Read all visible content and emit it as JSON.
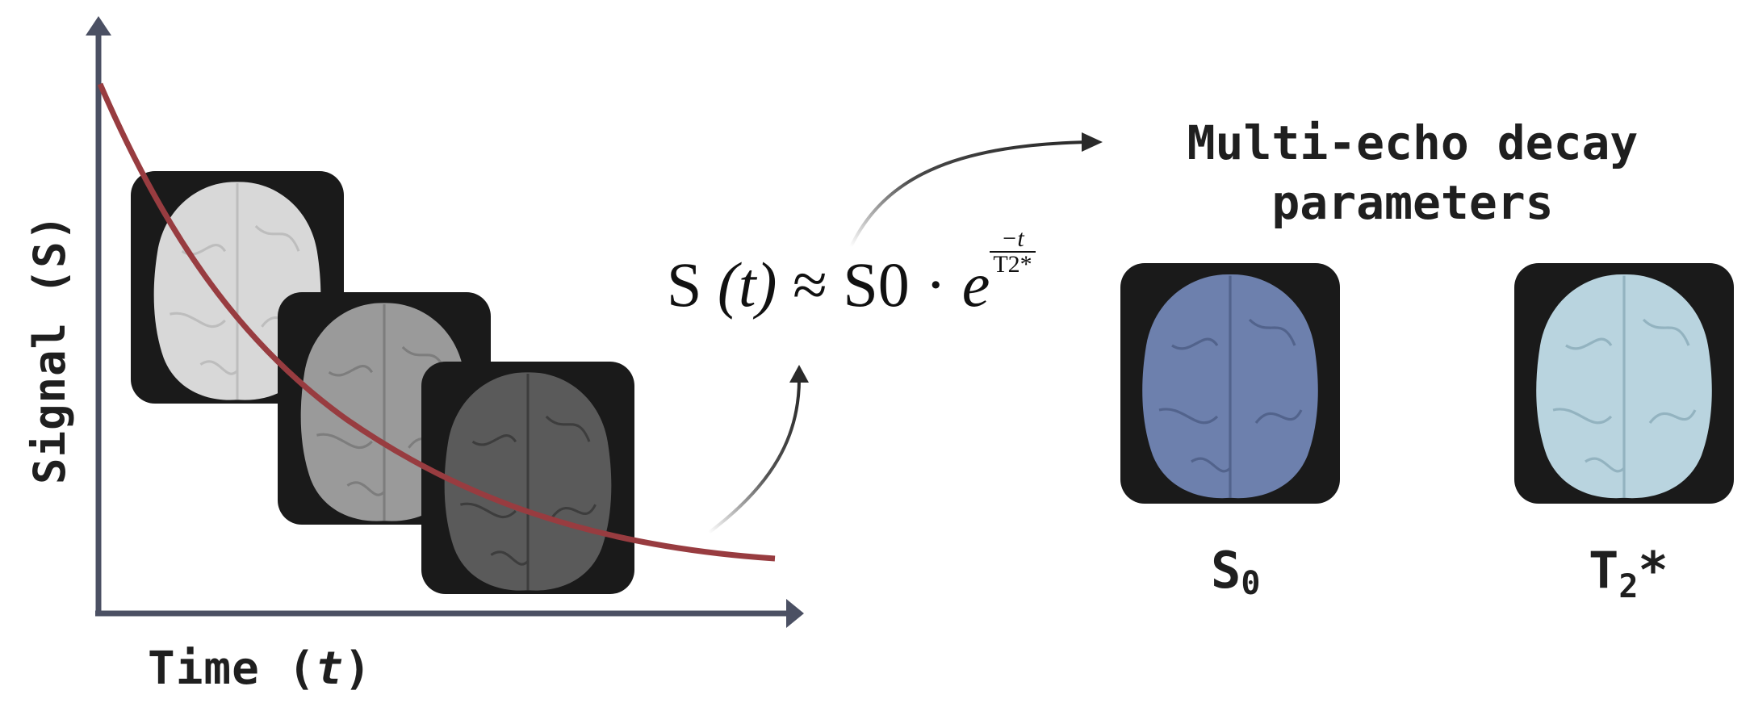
{
  "axes": {
    "y_label": "Signal (S)",
    "x_label_prefix": "Time (",
    "x_label_var": "t",
    "x_label_suffix": ")"
  },
  "formula": {
    "lhs": "S",
    "lhs_var": "(t)",
    "approx": "≈",
    "rhs": "S0 ·",
    "exp_base": "e",
    "exp_num": "−t",
    "exp_den": "T2*"
  },
  "title": {
    "line1": "Multi-echo decay",
    "line2": "parameters"
  },
  "params": {
    "s0_main": "S",
    "s0_sub": "0",
    "t2_main": "T",
    "t2_sub": "2",
    "t2_star": "*"
  },
  "colors": {
    "axis": "#4b5063",
    "decay_curve": "#983c40",
    "tile_bg": "#1a1a1a",
    "echo1_brain": "#d8d8d8",
    "echo2_brain": "#9a9a9a",
    "echo3_brain": "#5a5a5a",
    "s0_brain": "#6d80ad",
    "t2_brain": "#b9d4df"
  },
  "icons": {
    "brain": "brain-icon",
    "arrow": "curved-arrow-icon"
  }
}
